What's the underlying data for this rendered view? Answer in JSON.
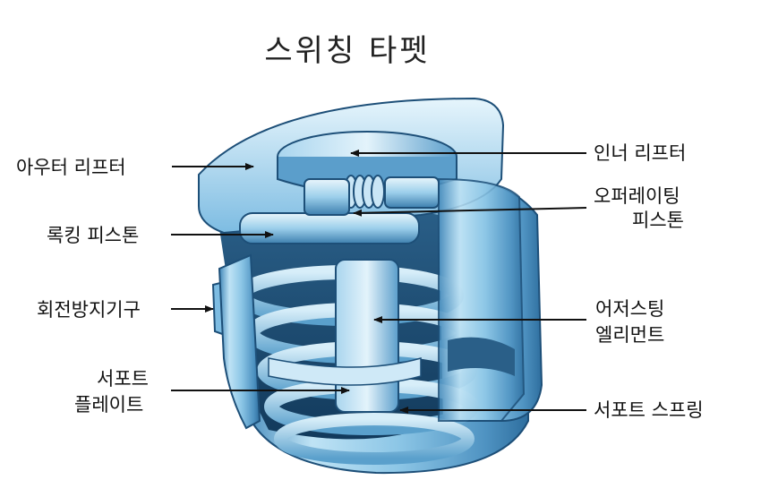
{
  "title": "스위칭 타펫",
  "labels": {
    "outer_lifter": "아우터 리프터",
    "inner_lifter": "인너 리프터",
    "locking_piston": "록킹 피스톤",
    "operating_piston": [
      "오퍼레이팅",
      "피스톤"
    ],
    "anti_rotation": "회전방지기구",
    "adjusting_element": [
      "어저스팅",
      "엘리먼트"
    ],
    "support_plate": [
      "서포트",
      "플레이트"
    ],
    "support_spring": "서포트 스프링"
  },
  "colors": {
    "body_light": "#bfe3f5",
    "body_mid": "#6fb3dc",
    "body_dark": "#2e6e9e",
    "outline": "#1d4f78"
  }
}
